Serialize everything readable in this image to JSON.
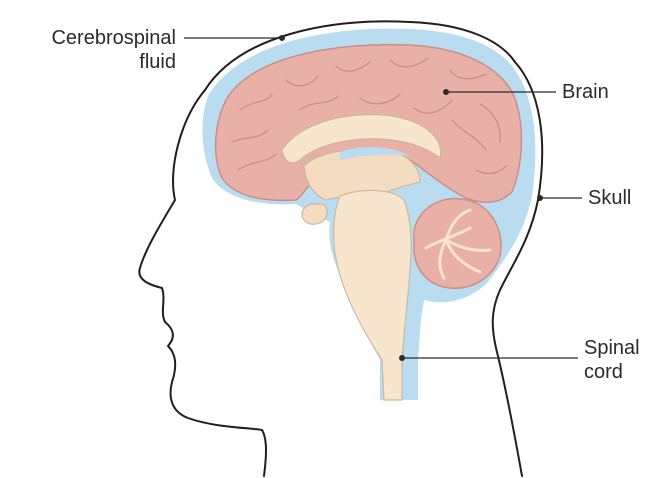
{
  "labels": {
    "csf": {
      "line1": "Cerebrospinal",
      "line2": "fluid"
    },
    "brain": {
      "text": "Brain"
    },
    "skull": {
      "text": "Skull"
    },
    "spinal_cord": {
      "line1": "Spinal",
      "line2": "cord"
    }
  },
  "colors": {
    "csf_fluid": "#b9dcf1",
    "brain_tissue": "#e8b0a6",
    "brainstem": "#f7e6cd",
    "outline": "#1f1f1f",
    "leader": "#2b2b2b"
  }
}
